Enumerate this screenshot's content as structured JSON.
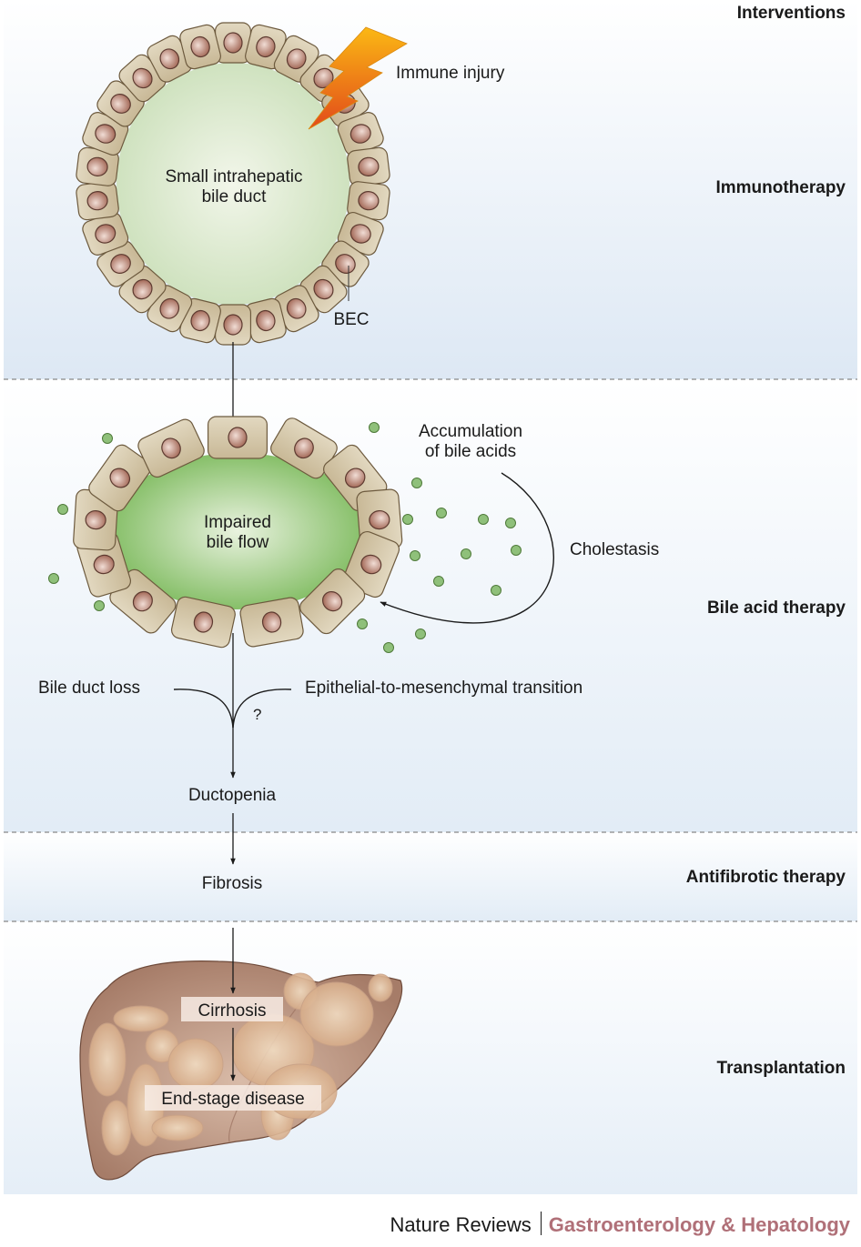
{
  "interventions": {
    "header": "Interventions",
    "items": [
      {
        "label": "Immunotherapy"
      },
      {
        "label": "Bile acid therapy"
      },
      {
        "label": "Antifibrotic therapy"
      },
      {
        "label": "Transplantation"
      }
    ]
  },
  "stage1": {
    "duct_label_line1": "Small intrahepatic",
    "duct_label_line2": "bile duct",
    "injury_label": "Immune injury",
    "cell_label": "BEC"
  },
  "stage2": {
    "duct_label_line1": "Impaired",
    "duct_label_line2": "bile flow",
    "accumulation_line1": "Accumulation",
    "accumulation_line2": "of bile acids",
    "cholestasis_label": "Cholestasis"
  },
  "stage3": {
    "left_input": "Bile duct loss",
    "right_input": "Epithelial-to-mesenchymal transition",
    "uncertain_mark": "?",
    "outcome": "Ductopenia"
  },
  "stage4": {
    "outcome": "Fibrosis"
  },
  "stage5": {
    "outcome1": "Cirrhosis",
    "outcome2": "End-stage disease"
  },
  "footer": {
    "publisher": "Nature Reviews",
    "journal": "Gastroenterology & Hepatology"
  },
  "colors": {
    "band_blue": "#dfeaf5",
    "cell_fill": "#d8ccb0",
    "nucleus": "#b88476",
    "lumen_light": "#eef4e4",
    "lumen_green": "#8cc56e",
    "bile_acid": "#8fc07a",
    "liver": "#b58b78",
    "journal": "#b07078"
  }
}
